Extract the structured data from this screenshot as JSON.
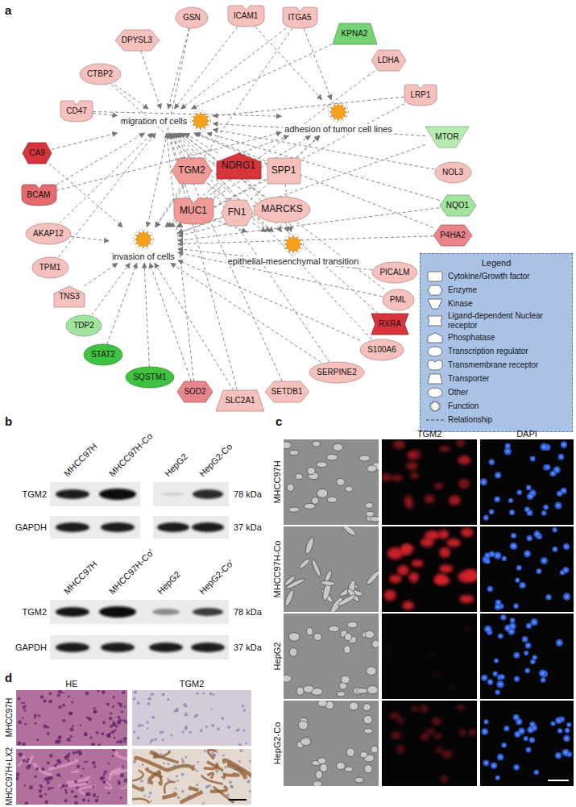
{
  "diagram": {
    "nodes": [
      {
        "text": [
          "GSN"
        ]
      },
      {
        "text": [
          "ICAM1"
        ]
      },
      {
        "text": [
          "ITGA5"
        ]
      },
      {
        "text": [
          "KPNA2"
        ]
      },
      {
        "text": [
          "DPYSL3"
        ]
      },
      {
        "text": [
          "LDHA"
        ]
      },
      {
        "text": [
          "CTBP2"
        ]
      },
      {
        "text": [
          "LRP1"
        ]
      },
      {
        "text": [
          "CD47"
        ]
      },
      {
        "text": [
          "MTOR"
        ]
      },
      {
        "text": [
          "migration of cells"
        ]
      },
      {
        "text": [
          "adhesion of tumor cell lines"
        ]
      },
      {
        "text": [
          "CA9"
        ]
      },
      {
        "text": [
          "NOL3"
        ]
      },
      {
        "text": [
          "NDRG1"
        ]
      },
      {
        "text": [
          "TGM2"
        ]
      },
      {
        "text": [
          "SPP1"
        ]
      },
      {
        "text": [
          "BCAM"
        ]
      },
      {
        "text": [
          "NQO1"
        ]
      },
      {
        "text": [
          "MUC1"
        ]
      },
      {
        "text": [
          "FN1"
        ]
      },
      {
        "text": [
          "MARCKS"
        ]
      },
      {
        "text": [
          "AKAP12"
        ]
      },
      {
        "text": [
          "P4HA2"
        ]
      },
      {
        "text": [
          "invasion of cells"
        ]
      },
      {
        "text": [
          "epithelial-mesenchymal transition"
        ]
      },
      {
        "text": [
          "TPM1"
        ]
      },
      {
        "text": [
          "PICALM"
        ]
      },
      {
        "text": [
          "TNS3"
        ]
      },
      {
        "text": [
          "PML"
        ]
      },
      {
        "text": [
          "RXRA"
        ]
      },
      {
        "text": [
          "TDP2"
        ]
      },
      {
        "text": [
          "S100A6"
        ]
      },
      {
        "text": [
          "STAT2"
        ]
      },
      {
        "text": [
          "SERPINE2"
        ]
      },
      {
        "text": [
          "SQSTM1"
        ]
      },
      {
        "text": [
          "SETDB1"
        ]
      },
      {
        "text": [
          "SOD2"
        ]
      },
      {
        "text": [
          "SLC2A1"
        ]
      }
    ],
    "edges": [
      {
        "from": 0,
        "to": 10,
        "arrow": "to"
      },
      {
        "from": 0,
        "to": 24,
        "arrow": "to"
      },
      {
        "from": 1,
        "to": 10,
        "arrow": "to"
      },
      {
        "from": 1,
        "to": 11,
        "arrow": "to"
      },
      {
        "from": 2,
        "to": 10,
        "arrow": "to"
      },
      {
        "from": 2,
        "to": 11,
        "arrow": "to"
      },
      {
        "from": 2,
        "to": 24,
        "arrow": "to"
      },
      {
        "from": 3,
        "to": 10,
        "arrow": "to"
      },
      {
        "from": 4,
        "to": 10,
        "arrow": "to"
      },
      {
        "from": 5,
        "to": 24,
        "arrow": "to"
      },
      {
        "from": 6,
        "to": 10,
        "arrow": "to"
      },
      {
        "from": 6,
        "to": 25,
        "arrow": "to"
      },
      {
        "from": 7,
        "to": 10,
        "arrow": "to"
      },
      {
        "from": 7,
        "to": 24,
        "arrow": "to"
      },
      {
        "from": 8,
        "to": 10,
        "arrow": "to"
      },
      {
        "from": 8,
        "to": 11,
        "arrow": "to"
      },
      {
        "from": 9,
        "to": 10,
        "arrow": "to"
      },
      {
        "from": 9,
        "to": 24,
        "arrow": "to"
      },
      {
        "from": 12,
        "to": 10,
        "arrow": "to"
      },
      {
        "from": 12,
        "to": 24,
        "arrow": "to"
      },
      {
        "from": 13,
        "to": 10,
        "arrow": "to"
      },
      {
        "from": 14,
        "to": 10,
        "arrow": "to"
      },
      {
        "from": 14,
        "to": 24,
        "arrow": "to"
      },
      {
        "from": 14,
        "to": 25,
        "arrow": "to"
      },
      {
        "from": 15,
        "to": 10,
        "arrow": "to"
      },
      {
        "from": 15,
        "to": 11,
        "arrow": "to"
      },
      {
        "from": 15,
        "to": 24,
        "arrow": "to"
      },
      {
        "from": 15,
        "to": 25,
        "arrow": "to"
      },
      {
        "from": 16,
        "to": 10,
        "arrow": "to"
      },
      {
        "from": 16,
        "to": 11,
        "arrow": "to"
      },
      {
        "from": 16,
        "to": 24,
        "arrow": "to"
      },
      {
        "from": 16,
        "to": 25,
        "arrow": "to"
      },
      {
        "from": 17,
        "to": 10,
        "arrow": "to"
      },
      {
        "from": 17,
        "to": 11,
        "arrow": "to"
      },
      {
        "from": 18,
        "to": 10,
        "arrow": "to"
      },
      {
        "from": 18,
        "to": 24,
        "arrow": "to"
      },
      {
        "from": 19,
        "to": 10,
        "arrow": "to"
      },
      {
        "from": 19,
        "to": 11,
        "arrow": "to"
      },
      {
        "from": 19,
        "to": 24,
        "arrow": "to"
      },
      {
        "from": 19,
        "to": 25,
        "arrow": "to"
      },
      {
        "from": 20,
        "to": 10,
        "arrow": "to"
      },
      {
        "from": 20,
        "to": 11,
        "arrow": "to"
      },
      {
        "from": 20,
        "to": 24,
        "arrow": "to"
      },
      {
        "from": 20,
        "to": 25,
        "arrow": "to"
      },
      {
        "from": 21,
        "to": 10,
        "arrow": "to"
      },
      {
        "from": 21,
        "to": 24,
        "arrow": "to"
      },
      {
        "from": 21,
        "to": 25,
        "arrow": "to"
      },
      {
        "from": 22,
        "to": 10,
        "arrow": "to"
      },
      {
        "from": 22,
        "to": 24,
        "arrow": "to"
      },
      {
        "from": 23,
        "to": 10,
        "arrow": "to"
      },
      {
        "from": 23,
        "to": 24,
        "arrow": "to"
      },
      {
        "from": 26,
        "to": 10,
        "arrow": "to"
      },
      {
        "from": 27,
        "to": 24,
        "arrow": "to"
      },
      {
        "from": 28,
        "to": 24,
        "arrow": "to"
      },
      {
        "from": 29,
        "to": 10,
        "arrow": "to"
      },
      {
        "from": 29,
        "to": 24,
        "arrow": "to"
      },
      {
        "from": 30,
        "to": 10,
        "arrow": "to"
      },
      {
        "from": 31,
        "to": 24,
        "arrow": "to"
      },
      {
        "from": 32,
        "to": 10,
        "arrow": "to"
      },
      {
        "from": 32,
        "to": 24,
        "arrow": "to"
      },
      {
        "from": 33,
        "to": 24,
        "arrow": "to"
      },
      {
        "from": 34,
        "to": 10,
        "arrow": "to"
      },
      {
        "from": 34,
        "to": 24,
        "arrow": "to"
      },
      {
        "from": 35,
        "to": 24,
        "arrow": "to"
      },
      {
        "from": 36,
        "to": 10,
        "arrow": "to"
      },
      {
        "from": 37,
        "to": 10,
        "arrow": "to"
      },
      {
        "from": 37,
        "to": 24,
        "arrow": "to"
      },
      {
        "from": 38,
        "to": 10,
        "arrow": "to"
      },
      {
        "from": 38,
        "to": 24,
        "arrow": "to"
      }
    ],
    "labels": [
      "a",
      "Legend",
      "b",
      "MHCC97H",
      "MHCC97H-Co",
      "HepG2",
      "HepG2-Co",
      "TGM2",
      "78 kDa",
      "GAPDH",
      "37 kDa",
      "MHCC97H",
      "MHCC97H-Co′",
      "HepG2",
      "HepG2-Co′",
      "TGM2",
      "78 kDa",
      "GAPDH",
      "37 kDa",
      "c",
      "TGM2",
      "DAPI",
      "MHCC97H",
      "MHCC97H-Co",
      "HepG2",
      "HepG2-Co",
      "d",
      "HE",
      "TGM2",
      "MHCC97H",
      "MHCC97H+LX2"
    ],
    "legend": [
      {
        "text": "Cytokine/Growth factor"
      },
      {
        "text": "Enzyme"
      },
      {
        "text": "Kinase"
      },
      {
        "text": "Ligand-dependent Nuclear receptor"
      },
      {
        "text": "Phosphatase"
      },
      {
        "text": "Transcription regulator"
      },
      {
        "text": "Transmembrane receptor"
      },
      {
        "text": "Transporter"
      },
      {
        "text": "Other"
      },
      {
        "text": "Function"
      },
      {
        "text": "Relationship"
      }
    ]
  }
}
